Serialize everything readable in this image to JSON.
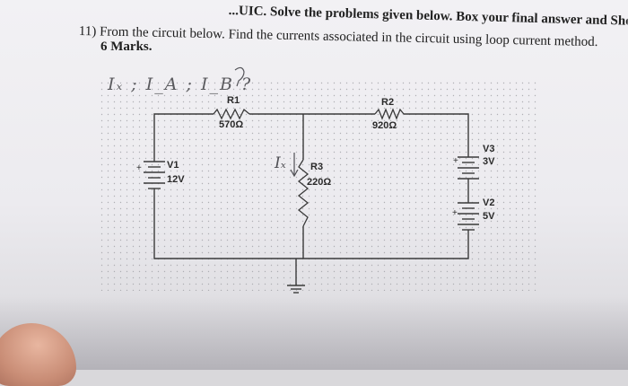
{
  "header": {
    "text": "...UIC. Solve the problems given below. Box your final answer and Show your"
  },
  "question": {
    "number": "11)",
    "text": "From the circuit below. Find the currents associated in the circuit using loop current method.",
    "marks": "6 Marks."
  },
  "handwriting": {
    "note": "Iₓ ; I_A ; I_B ?",
    "ix_label": "Iₓ"
  },
  "circuit": {
    "r1": {
      "name": "R1",
      "value": "570Ω"
    },
    "r2": {
      "name": "R2",
      "value": "920Ω"
    },
    "r3": {
      "name": "R3",
      "value": "220Ω"
    },
    "v1": {
      "name": "V1",
      "value": "12V"
    },
    "v2": {
      "name": "V2",
      "value": "5V"
    },
    "v3": {
      "name": "V3",
      "value": "3V"
    }
  },
  "colors": {
    "ink": "#2a2a2a",
    "wire": "#3a3a3a",
    "pencil": "#5a5a5e"
  }
}
